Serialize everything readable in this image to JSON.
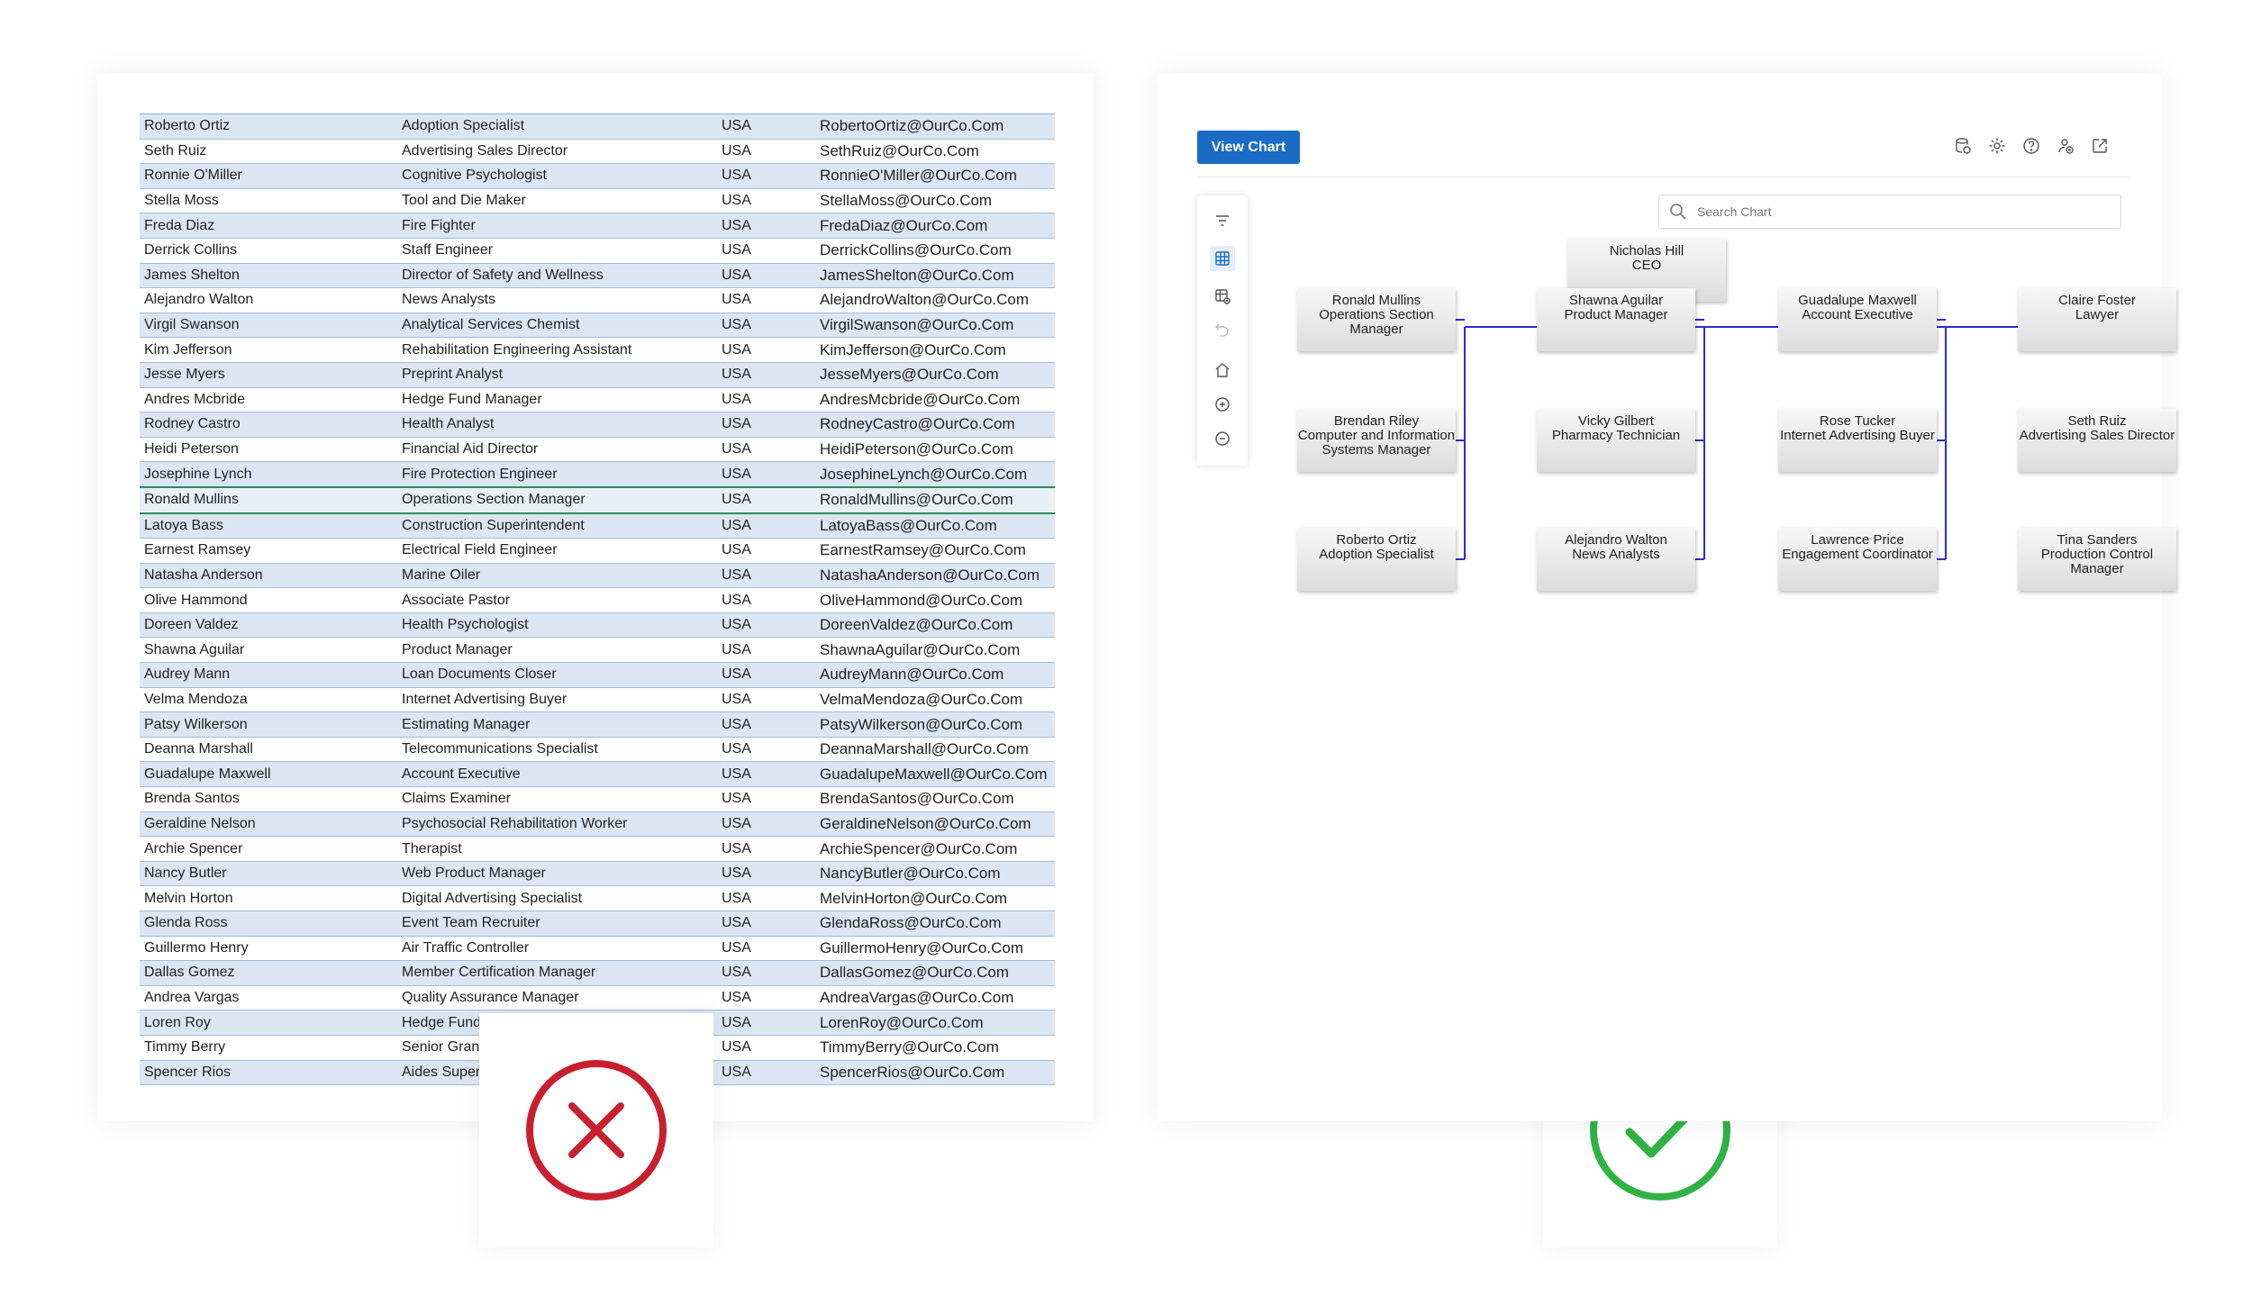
{
  "spreadsheet": {
    "rows": [
      {
        "name": "Roberto Ortiz",
        "title": "Adoption Specialist",
        "country": "USA",
        "email": "RobertoOrtiz@OurCo.Com"
      },
      {
        "name": "Seth Ruiz",
        "title": "Advertising Sales Director",
        "country": "USA",
        "email": "SethRuiz@OurCo.Com"
      },
      {
        "name": "Ronnie O'Miller",
        "title": "Cognitive Psychologist",
        "country": "USA",
        "email": "RonnieO'Miller@OurCo.Com"
      },
      {
        "name": "Stella Moss",
        "title": "Tool and Die Maker",
        "country": "USA",
        "email": "StellaMoss@OurCo.Com"
      },
      {
        "name": "Freda Diaz",
        "title": "Fire Fighter",
        "country": "USA",
        "email": "FredaDiaz@OurCo.Com"
      },
      {
        "name": "Derrick Collins",
        "title": "Staff Engineer",
        "country": "USA",
        "email": "DerrickCollins@OurCo.Com"
      },
      {
        "name": "James Shelton",
        "title": "Director of Safety and Wellness",
        "country": "USA",
        "email": "JamesShelton@OurCo.Com"
      },
      {
        "name": "Alejandro Walton",
        "title": "News Analysts",
        "country": "USA",
        "email": "AlejandroWalton@OurCo.Com"
      },
      {
        "name": "Virgil Swanson",
        "title": "Analytical Services Chemist",
        "country": "USA",
        "email": "VirgilSwanson@OurCo.Com"
      },
      {
        "name": "Kim Jefferson",
        "title": "Rehabilitation Engineering Assistant",
        "country": "USA",
        "email": "KimJefferson@OurCo.Com"
      },
      {
        "name": "Jesse Myers",
        "title": "Preprint Analyst",
        "country": "USA",
        "email": "JesseMyers@OurCo.Com"
      },
      {
        "name": "Andres Mcbride",
        "title": "Hedge Fund Manager",
        "country": "USA",
        "email": "AndresMcbride@OurCo.Com"
      },
      {
        "name": "Rodney Castro",
        "title": "Health Analyst",
        "country": "USA",
        "email": "RodneyCastro@OurCo.Com"
      },
      {
        "name": "Heidi Peterson",
        "title": "Financial Aid Director",
        "country": "USA",
        "email": "HeidiPeterson@OurCo.Com"
      },
      {
        "name": "Josephine Lynch",
        "title": "Fire Protection Engineer",
        "country": "USA",
        "email": "JosephineLynch@OurCo.Com"
      },
      {
        "name": "Ronald Mullins",
        "title": "Operations Section Manager",
        "country": "USA",
        "email": "RonaldMullins@OurCo.Com"
      },
      {
        "name": "Latoya Bass",
        "title": "Construction Superintendent",
        "country": "USA",
        "email": "LatoyaBass@OurCo.Com"
      },
      {
        "name": "Earnest Ramsey",
        "title": "Electrical Field Engineer",
        "country": "USA",
        "email": "EarnestRamsey@OurCo.Com"
      },
      {
        "name": "Natasha Anderson",
        "title": "Marine Oiler",
        "country": "USA",
        "email": "NatashaAnderson@OurCo.Com"
      },
      {
        "name": "Olive Hammond",
        "title": "Associate Pastor",
        "country": "USA",
        "email": "OliveHammond@OurCo.Com"
      },
      {
        "name": "Doreen Valdez",
        "title": "Health Psychologist",
        "country": "USA",
        "email": "DoreenValdez@OurCo.Com"
      },
      {
        "name": "Shawna Aguilar",
        "title": "Product Manager",
        "country": "USA",
        "email": "ShawnaAguilar@OurCo.Com"
      },
      {
        "name": "Audrey Mann",
        "title": "Loan Documents Closer",
        "country": "USA",
        "email": "AudreyMann@OurCo.Com"
      },
      {
        "name": "Velma Mendoza",
        "title": "Internet Advertising Buyer",
        "country": "USA",
        "email": "VelmaMendoza@OurCo.Com"
      },
      {
        "name": "Patsy Wilkerson",
        "title": "Estimating Manager",
        "country": "USA",
        "email": "PatsyWilkerson@OurCo.Com"
      },
      {
        "name": "Deanna Marshall",
        "title": "Telecommunications Specialist",
        "country": "USA",
        "email": "DeannaMarshall@OurCo.Com"
      },
      {
        "name": "Guadalupe Maxwell",
        "title": "Account Executive",
        "country": "USA",
        "email": "GuadalupeMaxwell@OurCo.Com"
      },
      {
        "name": "Brenda Santos",
        "title": "Claims Examiner",
        "country": "USA",
        "email": "BrendaSantos@OurCo.Com"
      },
      {
        "name": "Geraldine Nelson",
        "title": "Psychosocial Rehabilitation Worker",
        "country": "USA",
        "email": "GeraldineNelson@OurCo.Com"
      },
      {
        "name": "Archie Spencer",
        "title": "Therapist",
        "country": "USA",
        "email": "ArchieSpencer@OurCo.Com"
      },
      {
        "name": "Nancy Butler",
        "title": "Web Product Manager",
        "country": "USA",
        "email": "NancyButler@OurCo.Com"
      },
      {
        "name": "Melvin Horton",
        "title": "Digital Advertising Specialist",
        "country": "USA",
        "email": "MelvinHorton@OurCo.Com"
      },
      {
        "name": "Glenda Ross",
        "title": "Event Team Recruiter",
        "country": "USA",
        "email": "GlendaRoss@OurCo.Com"
      },
      {
        "name": "Guillermo Henry",
        "title": "Air Traffic Controller",
        "country": "USA",
        "email": "GuillermoHenry@OurCo.Com"
      },
      {
        "name": "Dallas Gomez",
        "title": "Member Certification Manager",
        "country": "USA",
        "email": "DallasGomez@OurCo.Com"
      },
      {
        "name": "Andrea Vargas",
        "title": "Quality Assurance Manager",
        "country": "USA",
        "email": "AndreaVargas@OurCo.Com"
      },
      {
        "name": "Loren Roy",
        "title": "Hedge Fund",
        "country": "USA",
        "email": "LorenRoy@OurCo.Com"
      },
      {
        "name": "Timmy Berry",
        "title": "Senior Gran",
        "country": "USA",
        "email": "TimmyBerry@OurCo.Com"
      },
      {
        "name": "Spencer Rios",
        "title": "Aides Super",
        "country": "USA",
        "email": "SpencerRios@OurCo.Com"
      }
    ],
    "selected_row": "Ronald Mullins"
  },
  "badges": {
    "bad_icon": "x-circle-icon",
    "bad_color": "#c8202f",
    "good_icon": "check-circle-icon",
    "good_color": "#2fb344"
  },
  "org_app": {
    "view_chart_label": "View Chart",
    "search_placeholder": "Search Chart",
    "accent_color": "#1a6bc4",
    "connector_color": "#2b2bd6",
    "top_icons": [
      "data-source-icon",
      "settings-icon",
      "help-icon",
      "people-icon",
      "share-icon"
    ],
    "tools": [
      "filter-icon",
      "table-icon",
      "table-add-icon",
      "undo-icon",
      "home-icon",
      "zoom-in-icon",
      "zoom-out-icon"
    ],
    "ceo": {
      "name": "Nicholas Hill",
      "title": "CEO"
    },
    "columns": [
      [
        {
          "name": "Ronald Mullins",
          "title": "Operations Section Manager"
        },
        {
          "name": "Brendan Riley",
          "title": "Computer and Information Systems Manager"
        },
        {
          "name": "Roberto Ortiz",
          "title": "Adoption Specialist"
        }
      ],
      [
        {
          "name": "Shawna Aguilar",
          "title": "Product Manager"
        },
        {
          "name": "Vicky Gilbert",
          "title": "Pharmacy Technician"
        },
        {
          "name": "Alejandro Walton",
          "title": "News Analysts"
        }
      ],
      [
        {
          "name": "Guadalupe Maxwell",
          "title": "Account Executive"
        },
        {
          "name": "Rose Tucker",
          "title": "Internet Advertising Buyer"
        },
        {
          "name": "Lawrence Price",
          "title": "Engagement Coordinator"
        }
      ],
      [
        {
          "name": "Claire Foster",
          "title": "Lawyer"
        },
        {
          "name": "Seth Ruiz",
          "title": "Advertising Sales Director"
        },
        {
          "name": "Tina Sanders",
          "title": "Production Control Manager"
        }
      ]
    ]
  }
}
